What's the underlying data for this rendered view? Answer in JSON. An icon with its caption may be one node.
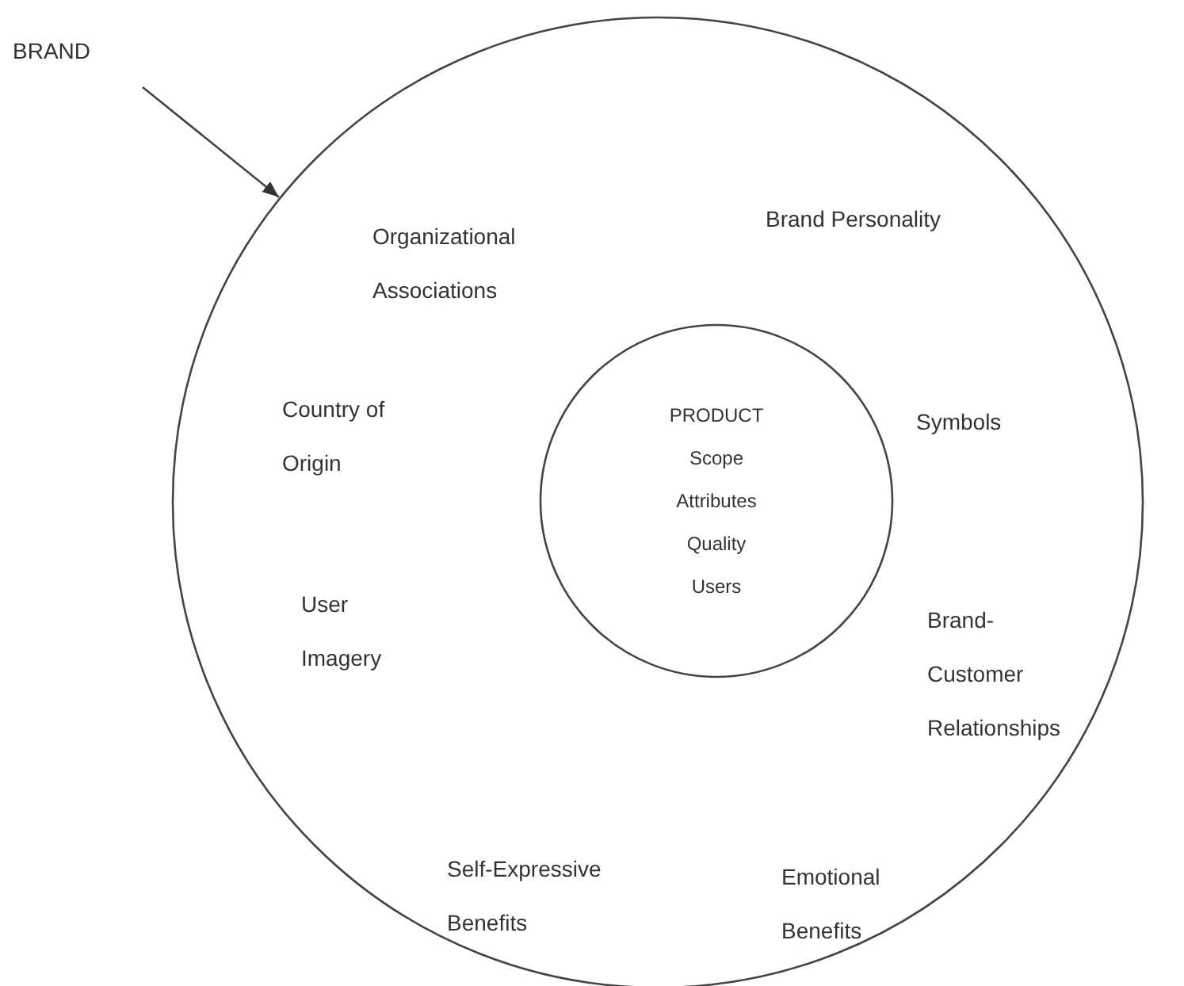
{
  "diagram": {
    "nodes": [
      {
        "text": [
          "BRAND"
        ]
      },
      {
        "text": [
          "Organizational Associations",
          "Brand Personality",
          "Country of Origin",
          "Symbols",
          "User Imagery",
          "Brand-Customer Relationships",
          "Self-Expressive Benefits",
          "Emotional Benefits"
        ]
      },
      {
        "text": [
          "PRODUCT",
          "Scope",
          "Attributes",
          "Quality",
          "Users"
        ],
        "in": 1
      }
    ],
    "edges": [
      {
        "from": 0,
        "to": 1,
        "arrow": "to"
      }
    ]
  }
}
